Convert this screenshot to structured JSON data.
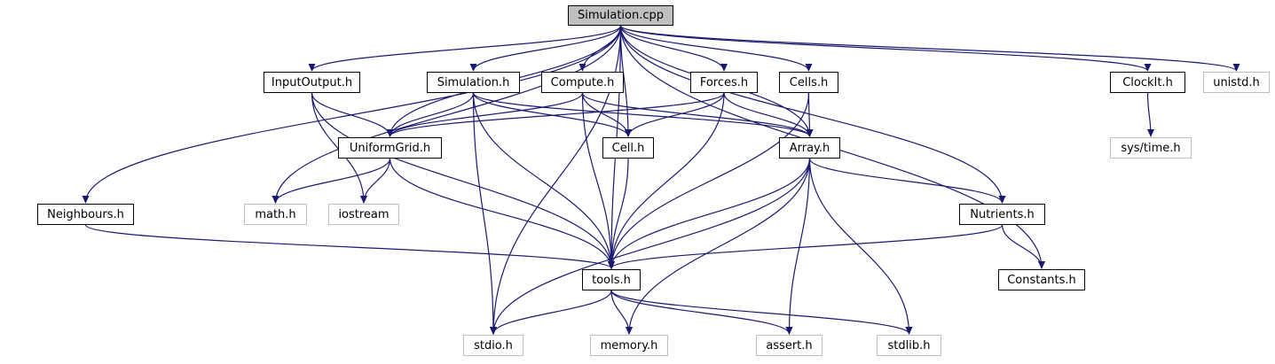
{
  "graph": {
    "root": "Simulation.cpp",
    "colors": {
      "edge": "#191970",
      "local_border": "#000000",
      "system_border": "#bfbfbf",
      "root_fill": "#bfbfbf"
    },
    "nodes": {
      "simulation_cpp": {
        "label": "Simulation.cpp",
        "kind": "root"
      },
      "inputoutput_h": {
        "label": "InputOutput.h",
        "kind": "local"
      },
      "simulation_h": {
        "label": "Simulation.h",
        "kind": "local"
      },
      "compute_h": {
        "label": "Compute.h",
        "kind": "local"
      },
      "forces_h": {
        "label": "Forces.h",
        "kind": "local"
      },
      "cells_h": {
        "label": "Cells.h",
        "kind": "local"
      },
      "clockit_h": {
        "label": "ClockIt.h",
        "kind": "local"
      },
      "unistd_h": {
        "label": "unistd.h",
        "kind": "system"
      },
      "uniformgrid_h": {
        "label": "UniformGrid.h",
        "kind": "local"
      },
      "cell_h": {
        "label": "Cell.h",
        "kind": "local"
      },
      "array_h": {
        "label": "Array.h",
        "kind": "local"
      },
      "systime_h": {
        "label": "sys/time.h",
        "kind": "system"
      },
      "neighbours_h": {
        "label": "Neighbours.h",
        "kind": "local"
      },
      "math_h": {
        "label": "math.h",
        "kind": "system"
      },
      "iostream": {
        "label": "iostream",
        "kind": "system"
      },
      "nutrients_h": {
        "label": "Nutrients.h",
        "kind": "local"
      },
      "tools_h": {
        "label": "tools.h",
        "kind": "local"
      },
      "constants_h": {
        "label": "Constants.h",
        "kind": "local"
      },
      "stdio_h": {
        "label": "stdio.h",
        "kind": "system"
      },
      "memory_h": {
        "label": "memory.h",
        "kind": "system"
      },
      "assert_h": {
        "label": "assert.h",
        "kind": "system"
      },
      "stdlib_h": {
        "label": "stdlib.h",
        "kind": "system"
      }
    },
    "edges": [
      [
        "simulation_cpp",
        "inputoutput_h"
      ],
      [
        "simulation_cpp",
        "simulation_h"
      ],
      [
        "simulation_cpp",
        "compute_h"
      ],
      [
        "simulation_cpp",
        "forces_h"
      ],
      [
        "simulation_cpp",
        "cells_h"
      ],
      [
        "simulation_cpp",
        "clockit_h"
      ],
      [
        "simulation_cpp",
        "unistd_h"
      ],
      [
        "simulation_cpp",
        "uniformgrid_h"
      ],
      [
        "simulation_cpp",
        "cell_h"
      ],
      [
        "simulation_cpp",
        "array_h"
      ],
      [
        "simulation_cpp",
        "neighbours_h"
      ],
      [
        "simulation_cpp",
        "math_h"
      ],
      [
        "simulation_cpp",
        "tools_h"
      ],
      [
        "simulation_cpp",
        "stdio_h"
      ],
      [
        "simulation_cpp",
        "nutrients_h"
      ],
      [
        "simulation_cpp",
        "constants_h"
      ],
      [
        "inputoutput_h",
        "uniformgrid_h"
      ],
      [
        "inputoutput_h",
        "iostream"
      ],
      [
        "inputoutput_h",
        "tools_h"
      ],
      [
        "simulation_h",
        "uniformgrid_h"
      ],
      [
        "simulation_h",
        "cell_h"
      ],
      [
        "simulation_h",
        "array_h"
      ],
      [
        "simulation_h",
        "tools_h"
      ],
      [
        "simulation_h",
        "stdio_h"
      ],
      [
        "compute_h",
        "uniformgrid_h"
      ],
      [
        "compute_h",
        "cell_h"
      ],
      [
        "compute_h",
        "array_h"
      ],
      [
        "compute_h",
        "tools_h"
      ],
      [
        "forces_h",
        "uniformgrid_h"
      ],
      [
        "forces_h",
        "cell_h"
      ],
      [
        "forces_h",
        "array_h"
      ],
      [
        "forces_h",
        "tools_h"
      ],
      [
        "cells_h",
        "array_h"
      ],
      [
        "cells_h",
        "tools_h"
      ],
      [
        "clockit_h",
        "systime_h"
      ],
      [
        "uniformgrid_h",
        "math_h"
      ],
      [
        "uniformgrid_h",
        "iostream"
      ],
      [
        "uniformgrid_h",
        "tools_h"
      ],
      [
        "cell_h",
        "tools_h"
      ],
      [
        "array_h",
        "nutrients_h"
      ],
      [
        "array_h",
        "tools_h"
      ],
      [
        "array_h",
        "stdio_h"
      ],
      [
        "array_h",
        "memory_h"
      ],
      [
        "array_h",
        "assert_h"
      ],
      [
        "array_h",
        "stdlib_h"
      ],
      [
        "neighbours_h",
        "tools_h"
      ],
      [
        "nutrients_h",
        "tools_h"
      ],
      [
        "nutrients_h",
        "constants_h"
      ],
      [
        "tools_h",
        "stdio_h"
      ],
      [
        "tools_h",
        "memory_h"
      ],
      [
        "tools_h",
        "assert_h"
      ],
      [
        "tools_h",
        "stdlib_h"
      ]
    ]
  }
}
